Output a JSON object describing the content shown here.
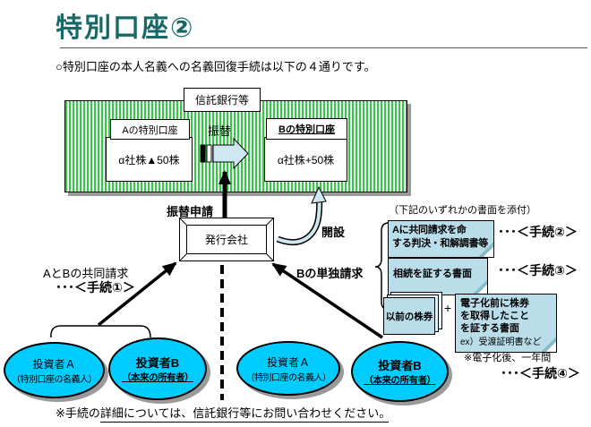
{
  "slide": {
    "title": "特別口座②",
    "subtitle": "○特別口座の本人名義への名義回復手続は以下の４通りです。",
    "footer_note": "※手続の詳細については、信託銀行等にお問い合わせください。"
  },
  "trust_bank": {
    "label": "信託銀行等",
    "account_a_title": "Aの特別口座",
    "account_a_value": "α社株▲50株",
    "account_b_title": "Bの特別口座",
    "account_b_value": "α社株+50株",
    "transfer_label": "振替"
  },
  "issuer": {
    "label": "発行会社",
    "transfer_request": "振替申請",
    "open_account": "開設"
  },
  "requests": {
    "joint": "AとBの共同請求",
    "joint_procedure": "･･･＜手続①＞",
    "single": "Bの単独請求"
  },
  "attachments": {
    "note": "（下記のいずれかの書面を添付）",
    "judgment_line1": "Aに共同請求を命",
    "judgment_line2": "する判決・和解調書等",
    "judgment_procedure": "･･･＜手続②＞",
    "inheritance": "相続を証する書面",
    "inheritance_procedure": "･･･＜手続③＞",
    "old_certificates": "以前の株券",
    "plus": "+",
    "acquisition_line1": "電子化前に株券",
    "acquisition_line2": "を取得したこと",
    "acquisition_line3": "を証する書面",
    "acquisition_example": "ex）受渡証明書など",
    "acquisition_note": "※電子化後、一年間",
    "acquisition_procedure": "･･･＜手続④＞"
  },
  "investors": [
    {
      "name": "投資者Ａ",
      "desc": "（特別口座の名義人）"
    },
    {
      "name": "投資者B",
      "desc": "（本来の所有者）"
    },
    {
      "name": "投資者Ａ",
      "desc": "（特別口座の名義人）"
    },
    {
      "name": "投資者B",
      "desc": "（本来の所有者）"
    }
  ],
  "colors": {
    "title_teal": "#186868",
    "stripe_green": "#2ecc40",
    "doc_blue": "#b9dde9",
    "arrow_blue": "#cfe7f0",
    "investor_cyan": "#00ccff",
    "shadow_gray": "#9a9a9a"
  }
}
